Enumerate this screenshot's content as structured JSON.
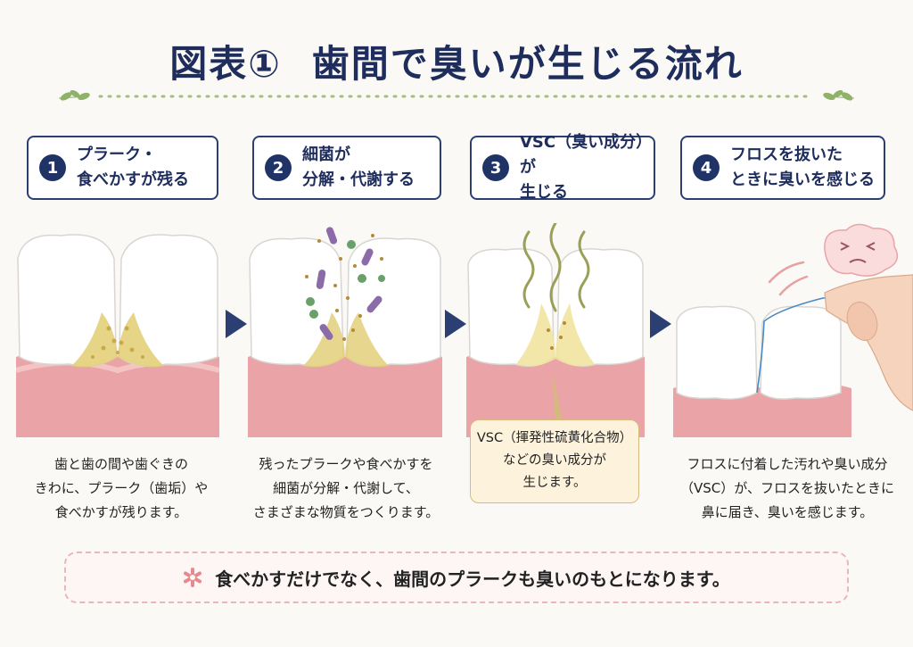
{
  "title": {
    "number": "図表①",
    "text": "歯間で臭いが生じる流れ"
  },
  "steps": [
    {
      "num": "1",
      "label": "プラーク・\n食べかすが残る",
      "description": "歯と歯の間や歯ぐきの\nきわに、プラーク（歯垢）や\n食べかすが残ります。"
    },
    {
      "num": "2",
      "label": "細菌が\n分解・代謝する",
      "description": "残ったプラークや食べかすを\n細菌が分解・代謝して、\nさまざまな物質をつくります。"
    },
    {
      "num": "3",
      "label": "VSC（臭い成分）が\n生じる",
      "description": "VSC（揮発性硫黄化合物）\nなどの臭い成分が\n生じます。"
    },
    {
      "num": "4",
      "label": "フロスを抜いた\nときに臭いを感じる",
      "description": "フロスに付着した汚れや臭い成分\n（VSC）が、フロスを抜いたときに\n鼻に届き、臭いを感じます。"
    }
  ],
  "footer": {
    "icon": "asterisk-flower-icon",
    "text": "食べかすだけでなく、歯間のプラークも臭いのもとになります。"
  },
  "colors": {
    "navy": "#1e2d5c",
    "gum": "#eaa3a6",
    "plaque": "#e3cf7a",
    "footer_border": "#e6b8bd"
  }
}
